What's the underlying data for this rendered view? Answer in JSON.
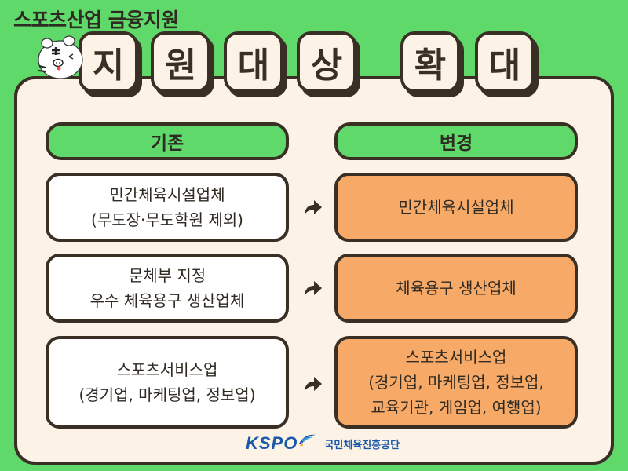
{
  "header": {
    "subtitle": "스포츠산업 금융지원",
    "title_tiles": [
      "지",
      "원",
      "대",
      "상",
      "확",
      "대"
    ]
  },
  "columns": {
    "before_label": "기존",
    "after_label": "변경"
  },
  "rows": [
    {
      "before": [
        "민간체육시설업체",
        "(무도장·무도학원 제외)"
      ],
      "after": [
        "민간체육시설업체"
      ]
    },
    {
      "before": [
        "문체부 지정",
        "우수 체육용구 생산업체"
      ],
      "after": [
        "체육용구 생산업체"
      ]
    },
    {
      "before": [
        "스포츠서비스업",
        "(경기업, 마케팅업, 정보업)"
      ],
      "after": [
        "스포츠서비스업",
        "(경기업, 마케팅업, 정보업,",
        "교육기관, 게임업, 여행업)"
      ]
    }
  ],
  "footer": {
    "logo_text": "KSPO",
    "org_name": "국민체육진흥공단"
  },
  "colors": {
    "background_green": "#5fd96a",
    "card_cream": "#fcf3e6",
    "outline_dark": "#3a2f25",
    "highlight_orange": "#f7aa68",
    "logo_blue": "#1c58a8"
  },
  "icons": {
    "mascot": "white-tiger-mascot-icon",
    "arrow": "curved-forward-arrow-icon"
  }
}
